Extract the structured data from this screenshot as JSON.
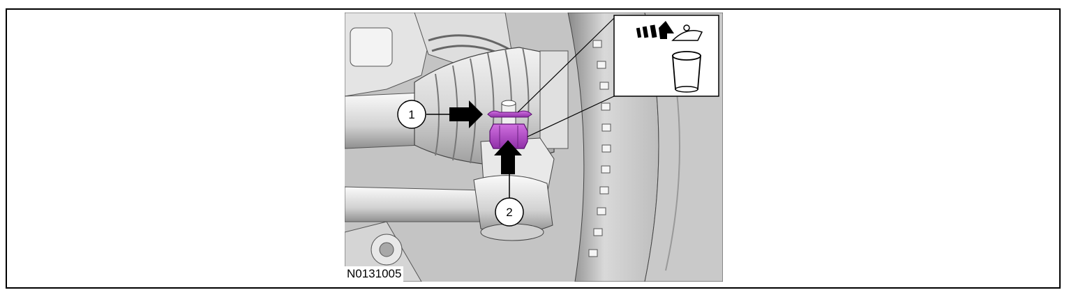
{
  "figure": {
    "id": "N0131005",
    "callouts": [
      {
        "number": "1"
      },
      {
        "number": "2"
      }
    ],
    "icons": [
      "discard-bin-icon",
      "push-arrow-icon",
      "push-arrow-up-icon"
    ],
    "colors": {
      "highlight": "#b040c8",
      "arrow": "#000000",
      "part": "#e6e6e6",
      "shadow": "#9a9a9a"
    }
  }
}
